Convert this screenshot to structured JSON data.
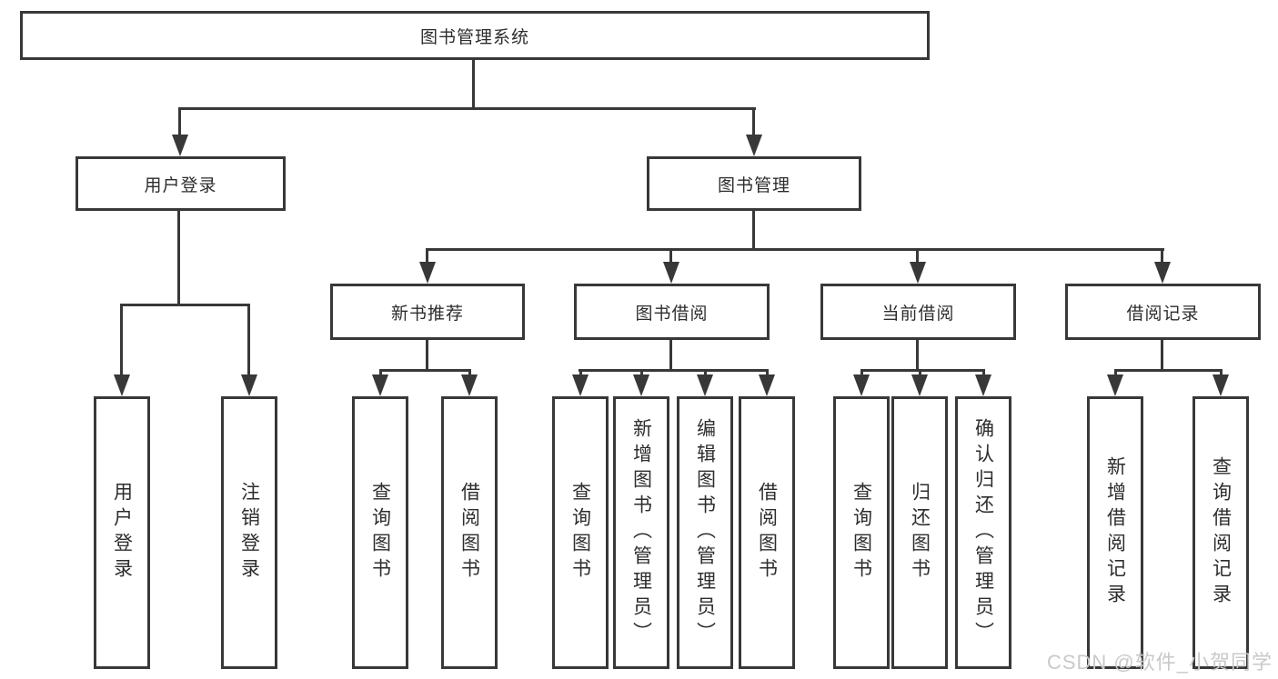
{
  "nodes": {
    "root": "图书管理系统",
    "user_login_group": "用户登录",
    "book_management_group": "图书管理",
    "new_book_recommend": "新书推荐",
    "book_borrowing": "图书借阅",
    "current_borrowing": "当前借阅",
    "borrowing_records": "借阅记录",
    "user_login": "用户登录",
    "logout": "注销登录",
    "nbr_query_books": "查询图书",
    "nbr_borrow_books": "借阅图书",
    "bb_query_books": "查询图书",
    "bb_add_books": "新增图书（管理员）",
    "bb_edit_books": "编辑图书（管理员）",
    "bb_borrow_books": "借阅图书",
    "cb_query_books": "查询图书",
    "cb_return_books": "归还图书",
    "cb_confirm_return": "确认归还（管理员）",
    "br_add_record": "新增借阅记录",
    "br_query_record": "查询借阅记录"
  },
  "watermark": "CSDN @软件_小贺同学",
  "colors": {
    "line": "#383838",
    "text": "#2d2d2d",
    "watermark": "#c9c9c9",
    "background": "#ffffff"
  }
}
